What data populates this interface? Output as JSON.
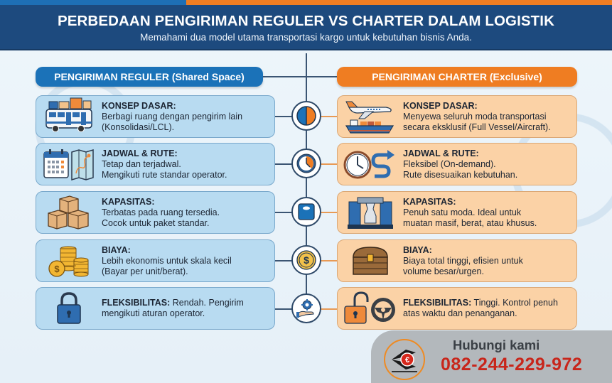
{
  "header": {
    "title": "PERBEDAAN PENGIRIMAN REGULER VS CHARTER DALAM LOGISTIK",
    "subtitle": "Memahami dua model utama transportasi kargo untuk kebutuhan bisnis Anda."
  },
  "colors": {
    "header_bg": "#1d4a7e",
    "regular_accent": "#1b72b8",
    "charter_accent": "#ef7d22",
    "regular_card": "#b8dbf1",
    "charter_card": "#fbd2a6",
    "phone": "#c8261b"
  },
  "regular": {
    "heading": "PENGIRIMAN REGULER (Shared Space)",
    "items": [
      {
        "icon": "bus-with-boxes-icon",
        "title": "KONSEP DASAR:",
        "line1": "Berbagi ruang dengan pengirim lain",
        "line2": "(Konsolidasi/LCL)."
      },
      {
        "icon": "calendar-map-icon",
        "title": "JADWAL & RUTE:",
        "line1": "Tetap dan terjadwal.",
        "line2": "Mengikuti rute standar operator."
      },
      {
        "icon": "stacked-boxes-icon",
        "title": "KAPASITAS:",
        "line1": "Terbatas pada ruang tersedia.",
        "line2": "Cocok untuk paket standar."
      },
      {
        "icon": "coin-stacks-icon",
        "title": "BIAYA:",
        "line1": "Lebih ekonomis untuk skala kecil",
        "line2": "(Bayar per unit/berat)."
      },
      {
        "icon": "locked-padlock-icon",
        "title": "FLEKSIBILITAS:",
        "line1": " Rendah. Pengirim",
        "line2": "mengikuti aturan operator."
      }
    ]
  },
  "charter": {
    "heading": "PENGIRIMAN CHARTER (Exclusive)",
    "items": [
      {
        "icon": "plane-and-ship-icon",
        "title": "KONSEP DASAR:",
        "line1": "Menyewa seluruh moda transportasi",
        "line2": "secara eksklusif (Full Vessel/Aircraft)."
      },
      {
        "icon": "clock-route-icon",
        "title": "JADWAL & RUTE:",
        "line1": "Fleksibel (On-demand).",
        "line2": "Rute disesuaikan kebutuhan."
      },
      {
        "icon": "heavy-machinery-icon",
        "title": "KAPASITAS:",
        "line1": "Penuh satu moda. Ideal untuk",
        "line2": "muatan masif, berat, atau khusus."
      },
      {
        "icon": "treasure-chest-icon",
        "title": "BIAYA:",
        "line1": "Biaya total tinggi, efisien untuk",
        "line2": "volume besar/urgen."
      },
      {
        "icon": "unlocked-padlock-steering-wheel-icon",
        "title": "FLEKSIBILITAS:",
        "line1": " Tinggi. Kontrol penuh",
        "line2": "atas waktu dan penanganan."
      }
    ]
  },
  "center_nodes": [
    {
      "icon": "half-circle-icon"
    },
    {
      "icon": "clock-icon"
    },
    {
      "icon": "weight-scale-icon"
    },
    {
      "icon": "dollar-coin-icon"
    },
    {
      "icon": "gear-hand-icon"
    }
  ],
  "contact": {
    "label": "Hubungi kami",
    "phone": "082-244-229-972"
  }
}
